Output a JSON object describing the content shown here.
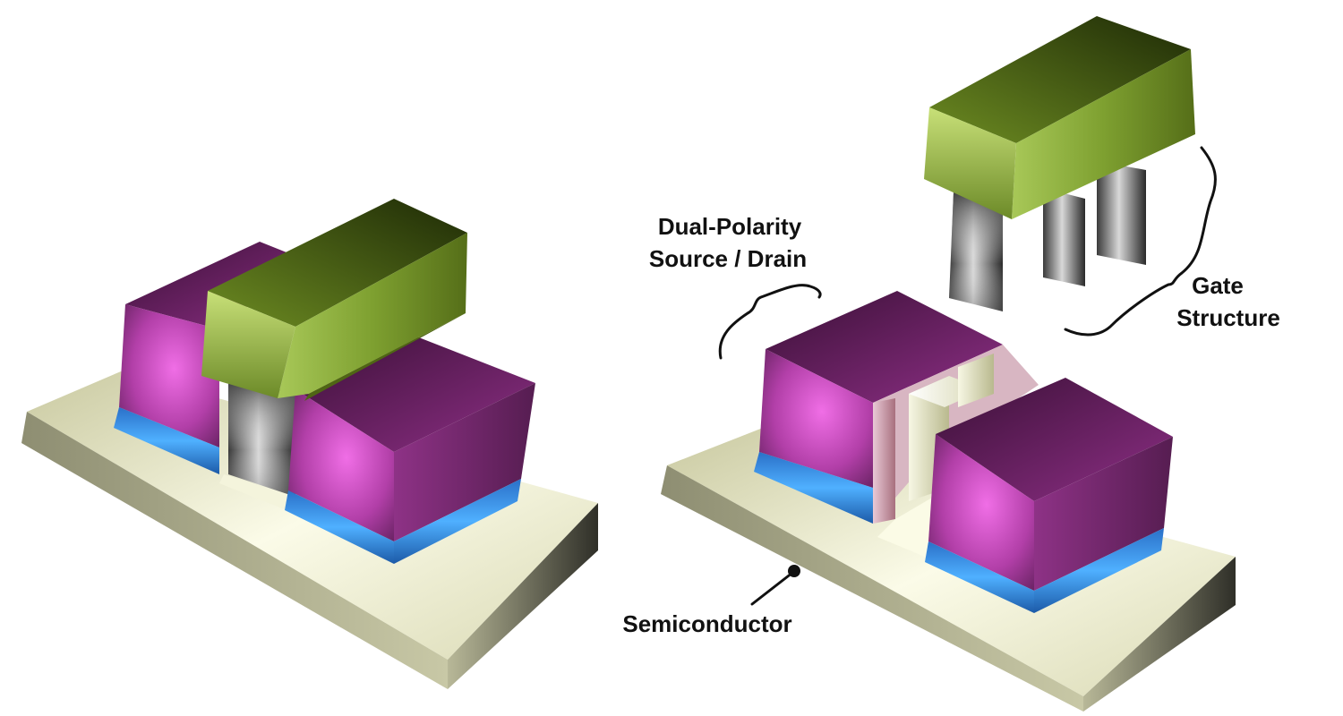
{
  "labels": {
    "source_drain_line1": "Dual-Polarity",
    "source_drain_line2": "Source / Drain",
    "gate_line1": "Gate",
    "gate_line2": "Structure",
    "semiconductor": "Semiconductor"
  },
  "colors": {
    "semiconductor": "#e6e6c0",
    "source_drain": "#c24fb8",
    "oxide_stripe": "#2f8fe0",
    "gate_electrode": "#8fb236",
    "gate_pillar": "#7a7a7a",
    "channel": "#f4f4dc"
  }
}
